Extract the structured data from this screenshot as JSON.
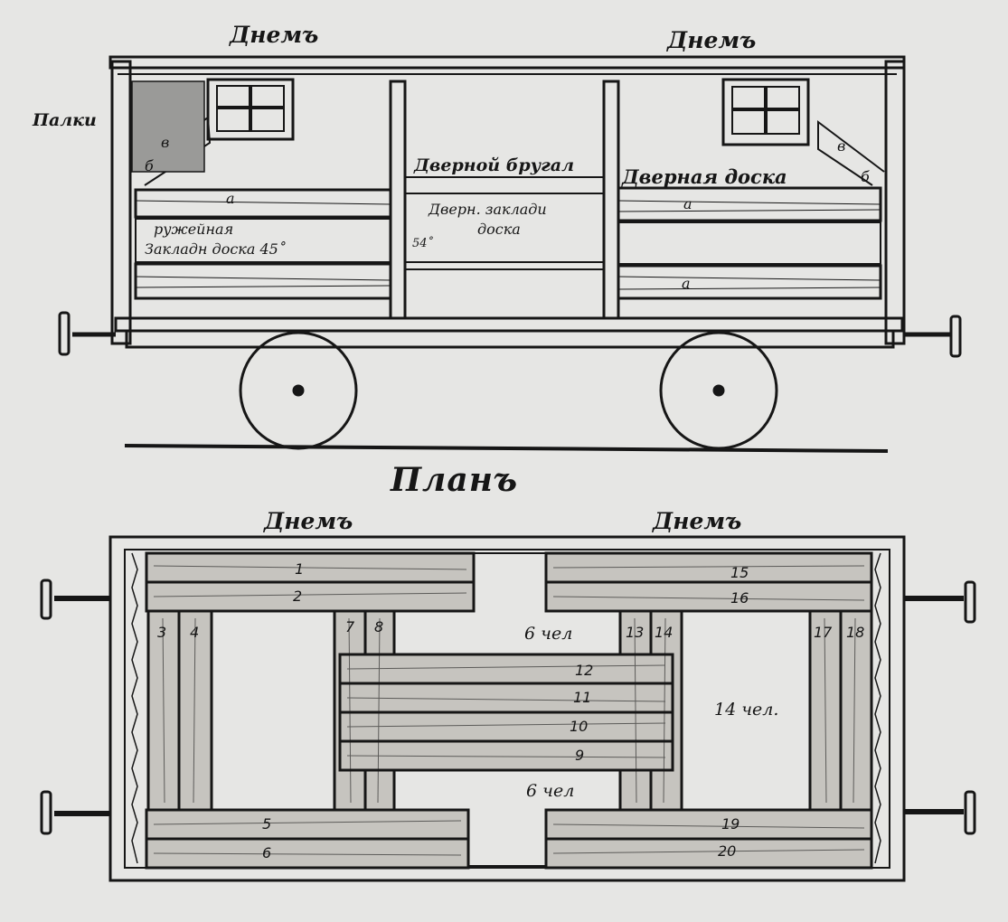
{
  "side_view": {
    "day_left": "Днемъ",
    "day_right": "Днемъ",
    "shelves_label": "Палки",
    "door_bar": "Дверной бругал",
    "door_board": "Дверная доска",
    "gun_board_line1": "ружейная",
    "gun_board_line2": "Закладн доска 45˚",
    "door_lay_board_line1": "Дверн. заклади",
    "door_lay_board_line2": "доска",
    "height_mark": "54˚",
    "letters": {
      "v_left": "в",
      "b_left": "б",
      "a_left": "а",
      "v_right": "в",
      "b_right": "б",
      "a_mid": "а",
      "a_right": "а"
    }
  },
  "plan_view": {
    "title": "Планъ",
    "day_left": "Днемъ",
    "day_right": "Днемъ",
    "people_top": "6 чел",
    "people_bottom": "6 чел",
    "people_right": "14 чел.",
    "board_numbers": [
      "1",
      "2",
      "3",
      "4",
      "5",
      "6",
      "7",
      "8",
      "9",
      "10",
      "11",
      "12",
      "13",
      "14",
      "15",
      "16",
      "17",
      "18",
      "19",
      "20"
    ]
  }
}
